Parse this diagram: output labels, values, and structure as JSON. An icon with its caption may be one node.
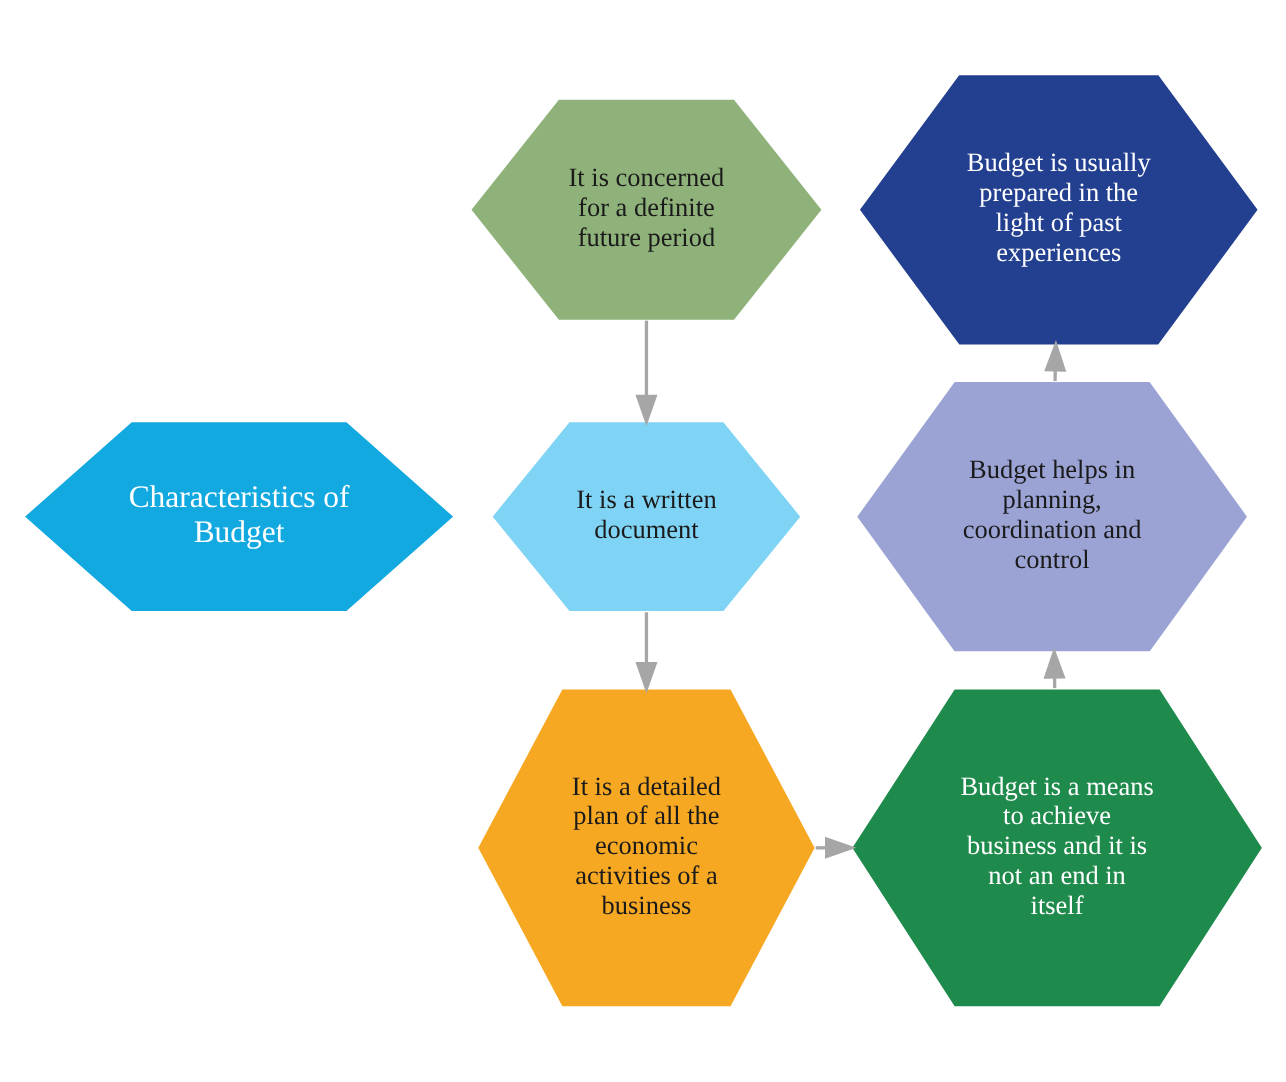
{
  "diagram": {
    "nodes": [
      {
        "text": [
          "Characteristics of Budget"
        ]
      },
      {
        "text": [
          "It is concerned for a definite future period"
        ]
      },
      {
        "text": [
          "It is a written document"
        ]
      },
      {
        "text": [
          "It is a detailed plan of all the economic activities of a business"
        ]
      },
      {
        "text": [
          "Budget is a means to achieve business and it is not an end in itself"
        ]
      },
      {
        "text": [
          "Budget helps in planning, coordination and control"
        ]
      },
      {
        "text": [
          "Budget is usually prepared in the light of past experiences"
        ]
      }
    ],
    "edges": [
      {
        "from": 1,
        "to": 2,
        "arrow": "to"
      },
      {
        "from": 2,
        "to": 3,
        "arrow": "to"
      },
      {
        "from": 3,
        "to": 4,
        "arrow": "to"
      },
      {
        "from": 4,
        "to": 5,
        "arrow": "to"
      },
      {
        "from": 5,
        "to": 6,
        "arrow": "to"
      }
    ]
  }
}
